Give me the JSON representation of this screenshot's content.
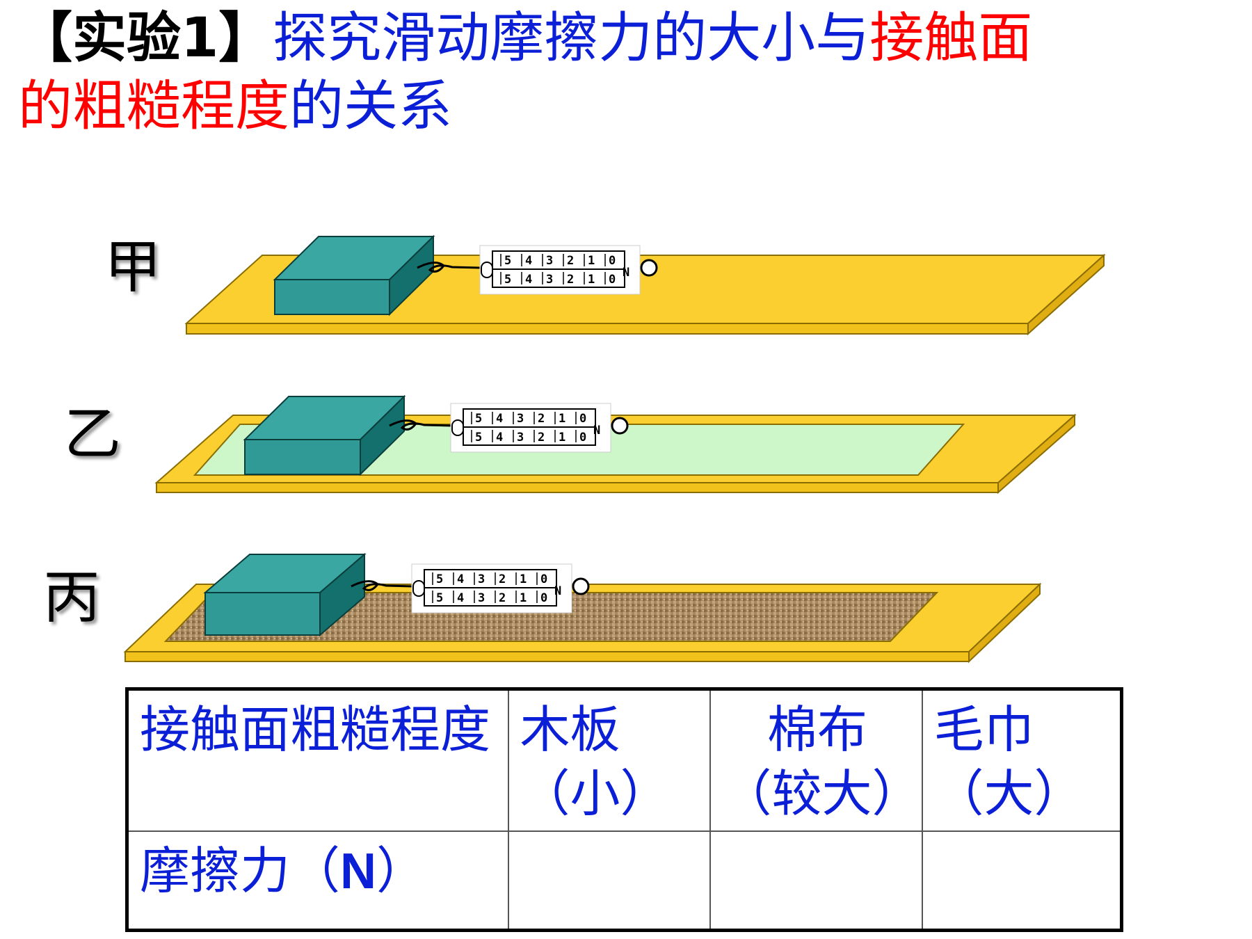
{
  "title": {
    "prefix": "【实验1】",
    "part1": "探究滑动摩擦力的大小与",
    "highlight1": "接触面",
    "highlight2": "的粗糙程度",
    "suffix": "的关系"
  },
  "rows": [
    {
      "label": "甲",
      "surface": "木板"
    },
    {
      "label": "乙",
      "surface": "棉布"
    },
    {
      "label": "丙",
      "surface": "毛巾"
    }
  ],
  "spring_scale": {
    "ticks": [
      "0",
      "1",
      "2",
      "3",
      "4",
      "5"
    ],
    "unit": "N"
  },
  "table": {
    "header_label": "接触面粗糙程度",
    "col1": {
      "name": "木板",
      "level": "（小）"
    },
    "col2": {
      "name": "棉布",
      "level": "（较大）"
    },
    "col3": {
      "name": "毛巾",
      "level": "（大）"
    },
    "row2_label_text": "摩擦力（",
    "row2_unit": "N",
    "row2_label_close": "）"
  },
  "colors": {
    "board": "#fbcf2f",
    "board_edge": "#8a6d00",
    "block": "#2f9a96",
    "block_dark": "#13706d",
    "cotton": "#cdf6c9",
    "towel": "#a8885e",
    "title_blue": "#0b1fd6",
    "title_red": "#ff0000"
  }
}
